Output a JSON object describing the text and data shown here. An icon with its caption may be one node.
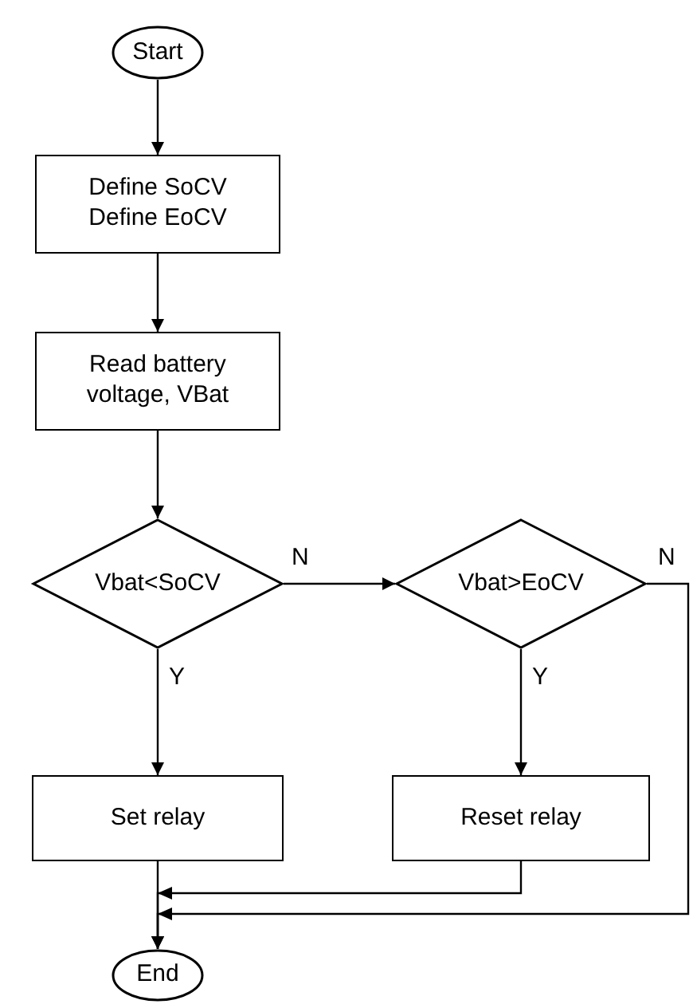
{
  "diagram": {
    "nodes": [
      {
        "text": [
          "Start"
        ]
      },
      {
        "text": [
          "Define SoCV Define EoCV"
        ]
      },
      {
        "text": [
          "Read battery voltage, VBat"
        ]
      },
      {
        "text": [
          "Vbat<SoCV"
        ]
      },
      {
        "text": [
          "Vbat>EoCV"
        ]
      },
      {
        "text": [
          "Set relay"
        ]
      },
      {
        "text": [
          "Reset relay"
        ]
      },
      {
        "text": [
          "End"
        ]
      }
    ],
    "edges": [
      {
        "from": 0,
        "to": 1,
        "arrow": "to"
      },
      {
        "from": 1,
        "to": 2,
        "arrow": "to"
      },
      {
        "from": 2,
        "to": 3,
        "arrow": "to"
      },
      {
        "from": 3,
        "to": 4,
        "arrow": "to",
        "label": "N"
      },
      {
        "from": 3,
        "to": 5,
        "arrow": "to",
        "label": "Y"
      },
      {
        "from": 4,
        "to": 6,
        "arrow": "to",
        "label": "Y"
      },
      {
        "from": 5,
        "to": 7,
        "arrow": "to"
      },
      {
        "from": 6,
        "to": 7,
        "arrow": "to"
      },
      {
        "from": 4,
        "to": 7,
        "arrow": "to",
        "label": "N"
      }
    ]
  }
}
